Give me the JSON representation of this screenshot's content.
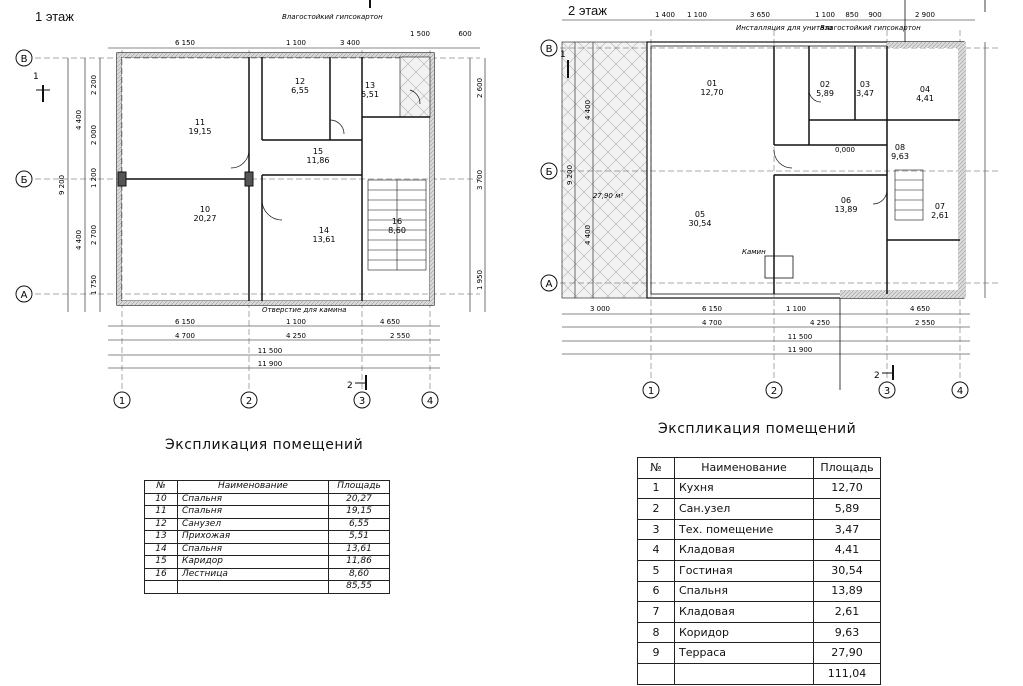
{
  "floor1": {
    "title": "1 этаж",
    "table_title": "Экспликация помещений",
    "headers": [
      "№",
      "Наименование",
      "Площадь"
    ],
    "rows": [
      {
        "no": "10",
        "name": "Спальня",
        "area": "20,27"
      },
      {
        "no": "11",
        "name": "Спальня",
        "area": "19,15"
      },
      {
        "no": "12",
        "name": "Санузел",
        "area": "6,55"
      },
      {
        "no": "13",
        "name": "Прихожая",
        "area": "5,51"
      },
      {
        "no": "14",
        "name": "Спальня",
        "area": "13,61"
      },
      {
        "no": "15",
        "name": "Каридор",
        "area": "11,86"
      },
      {
        "no": "16",
        "name": "Лестница",
        "area": "8,60"
      }
    ],
    "total": "85,55",
    "rooms": [
      {
        "no": "11",
        "area": "19,15"
      },
      {
        "no": "10",
        "area": "20,27"
      },
      {
        "no": "12",
        "area": "6,55"
      },
      {
        "no": "13",
        "area": "5,51"
      },
      {
        "no": "15",
        "area": "11,86"
      },
      {
        "no": "14",
        "area": "13,61"
      },
      {
        "no": "16",
        "area": "8,60"
      }
    ],
    "notes": [
      "Влагостойкий гипсокартон",
      "Отверстие для камина"
    ],
    "dims": {
      "top1": "6 150",
      "top2": "1 100",
      "top3": "3 400",
      "top4": "1 500",
      "top5": "600",
      "bot1": "6 150",
      "bot2": "1 100",
      "bot3": "4 650",
      "bot4": "4 700",
      "bot5": "4 250",
      "bot6": "2 550",
      "total_inner": "11 500",
      "total_outer": "11 900",
      "left_total": "9 200",
      "left_a": "4 400",
      "left_b": "4 400",
      "left1": "2 200",
      "left2": "2 000",
      "left3": "1 200",
      "left4": "2 700",
      "left5": "1 750",
      "right1": "2 600",
      "right2": "3 700",
      "right3": "1 950"
    },
    "axes": {
      "rows": [
        "В",
        "Б",
        "А"
      ],
      "cols": [
        "1",
        "2",
        "3",
        "4"
      ]
    },
    "section_marks": [
      "1",
      "2"
    ]
  },
  "floor2": {
    "title": "2 этаж",
    "table_title": "Экспликация помещений",
    "headers": [
      "№",
      "Наименование",
      "Площадь"
    ],
    "rows": [
      {
        "no": "1",
        "name": "Кухня",
        "area": "12,70"
      },
      {
        "no": "2",
        "name": "Сан.узел",
        "area": "5,89"
      },
      {
        "no": "3",
        "name": "Тех. помещение",
        "area": "3,47"
      },
      {
        "no": "4",
        "name": "Кладовая",
        "area": "4,41"
      },
      {
        "no": "5",
        "name": "Гостиная",
        "area": "30,54"
      },
      {
        "no": "6",
        "name": "Спальня",
        "area": "13,89"
      },
      {
        "no": "7",
        "name": "Кладовая",
        "area": "2,61"
      },
      {
        "no": "8",
        "name": "Коридор",
        "area": "9,63"
      },
      {
        "no": "9",
        "name": "Терраса",
        "area": "27,90"
      }
    ],
    "total": "111,04",
    "rooms": [
      {
        "no": "01",
        "area": "12,70"
      },
      {
        "no": "02",
        "area": "5,89"
      },
      {
        "no": "03",
        "area": "3,47"
      },
      {
        "no": "04",
        "area": "4,41"
      },
      {
        "no": "05",
        "area": "30,54"
      },
      {
        "no": "06",
        "area": "13,89"
      },
      {
        "no": "07",
        "area": "2,61"
      },
      {
        "no": "08",
        "area": "9,63"
      }
    ],
    "terrace_label": "27,90 м²",
    "fireplace": "Камин",
    "notes": [
      "Инсталляция для унитаза",
      "Влагостойкий гипсокартон"
    ],
    "level": "0,000",
    "dims": {
      "top1": "1 400",
      "top2": "1 100",
      "top3": "3 650",
      "top4": "1 100",
      "top5": "850",
      "top6": "900",
      "top7": "2 900",
      "bot1": "3 000",
      "bot2": "6 150",
      "bot3": "1 100",
      "bot4": "4 650",
      "bot5": "4 700",
      "bot6": "4 250",
      "bot7": "2 550",
      "total_inner": "11 500",
      "total_outer": "11 900",
      "left_total": "9 200",
      "left_a": "4 400",
      "left_b": "4 400"
    },
    "axes": {
      "rows": [
        "В",
        "Б",
        "А"
      ],
      "cols": [
        "1",
        "2",
        "3",
        "4"
      ]
    },
    "section_marks": [
      "1",
      "2"
    ]
  },
  "colors": {
    "line": "#111111",
    "wall_fill": "#cfcfcf",
    "terrace": "#e8e8e8"
  }
}
